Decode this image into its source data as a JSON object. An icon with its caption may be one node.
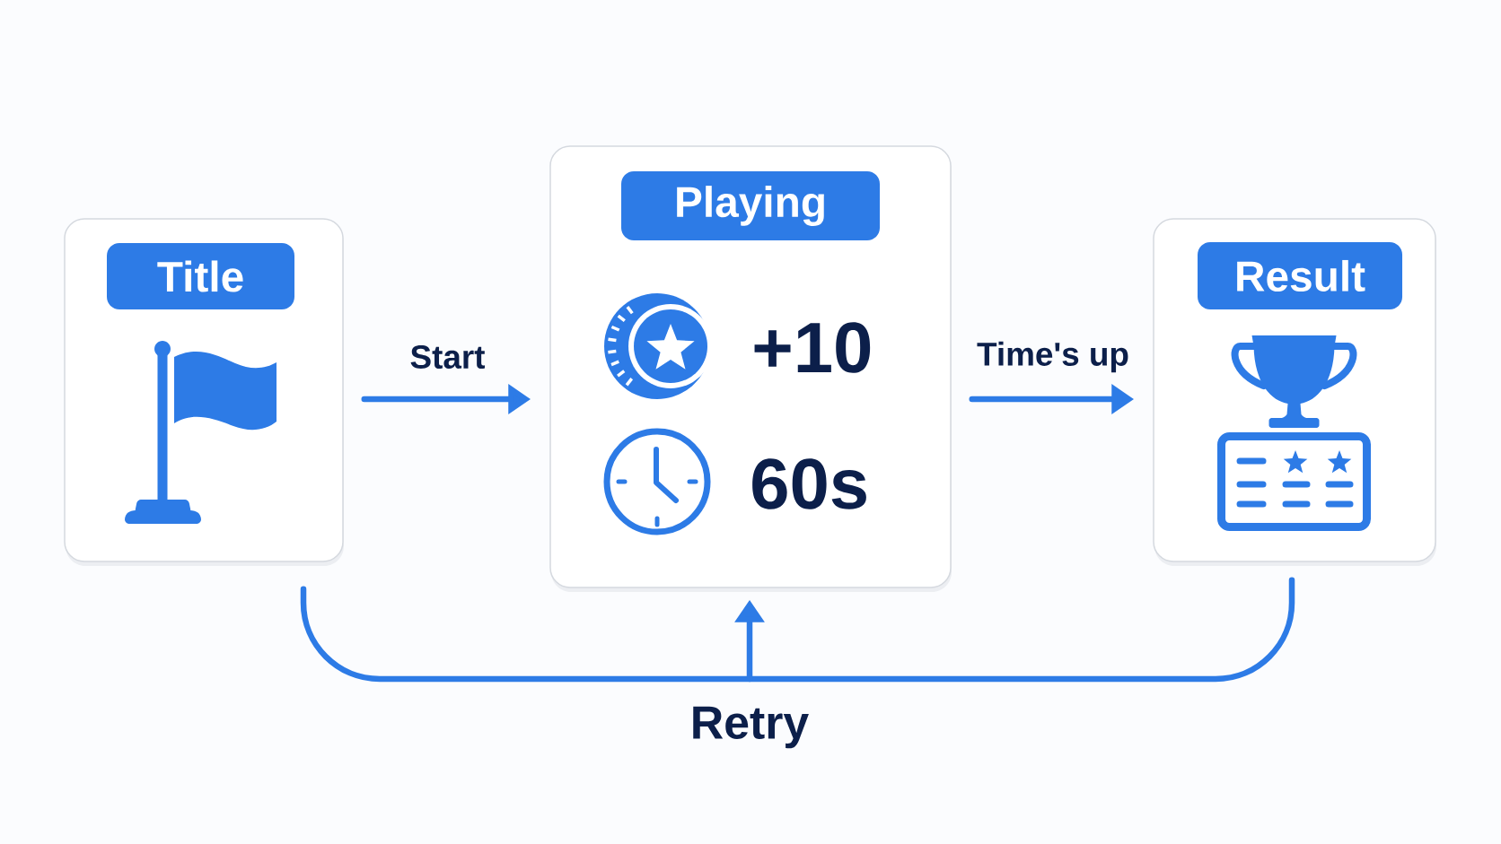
{
  "diagram": {
    "nodes": [
      {
        "text": [
          "Title"
        ]
      },
      {
        "text": [
          "Playing",
          "+10",
          "60s"
        ]
      },
      {
        "text": [
          "Result"
        ]
      }
    ],
    "edges": [
      {
        "from": 0,
        "to": 1,
        "arrow": "to",
        "label": "Start"
      },
      {
        "from": 1,
        "to": 2,
        "arrow": "to",
        "label": "Time's up"
      },
      {
        "from": 2,
        "to": 1,
        "arrow": "to",
        "label": "Retry"
      },
      {
        "from": 0,
        "to": 1,
        "arrow": "to"
      }
    ]
  }
}
